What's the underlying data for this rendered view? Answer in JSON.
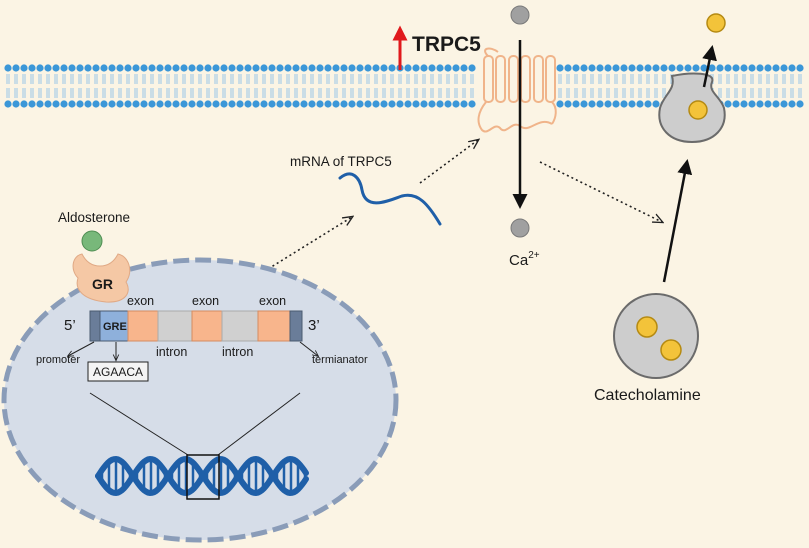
{
  "labels": {
    "trpc5": "TRPC5",
    "mrna": "mRNA of TRPC5",
    "aldosterone": "Aldosterone",
    "gr": "GR",
    "five_prime": "5’",
    "three_prime": "3’",
    "gre": "GRE",
    "exon": "exon",
    "intron": "intron",
    "promoter": "promoter",
    "terminator": "termianator",
    "motif": "AGAACA",
    "calcium": "Ca",
    "calcium_charge": "2+",
    "catecholamine": "Catecholamine"
  },
  "colors": {
    "background": "#fbf4e4",
    "lipid_head": "#3b97d8",
    "nucleus": "#d6dde8",
    "nucleus_border": "#8a9cb8",
    "gr": "#f5c8a5",
    "aldosterone": "#78b87a",
    "exon": "#f8b58c",
    "intron": "#d0d0d0",
    "gre": "#8eb0db",
    "promoter_block": "#6a7d99",
    "dna": "#1f5fa8",
    "mrna": "#1f5fa8",
    "channel": "#f0b48a",
    "upregulation_arrow": "#e0191c",
    "granule": "#f3c33a",
    "vesicle": "#cdcdcd",
    "ion": "#a0a0a0"
  }
}
